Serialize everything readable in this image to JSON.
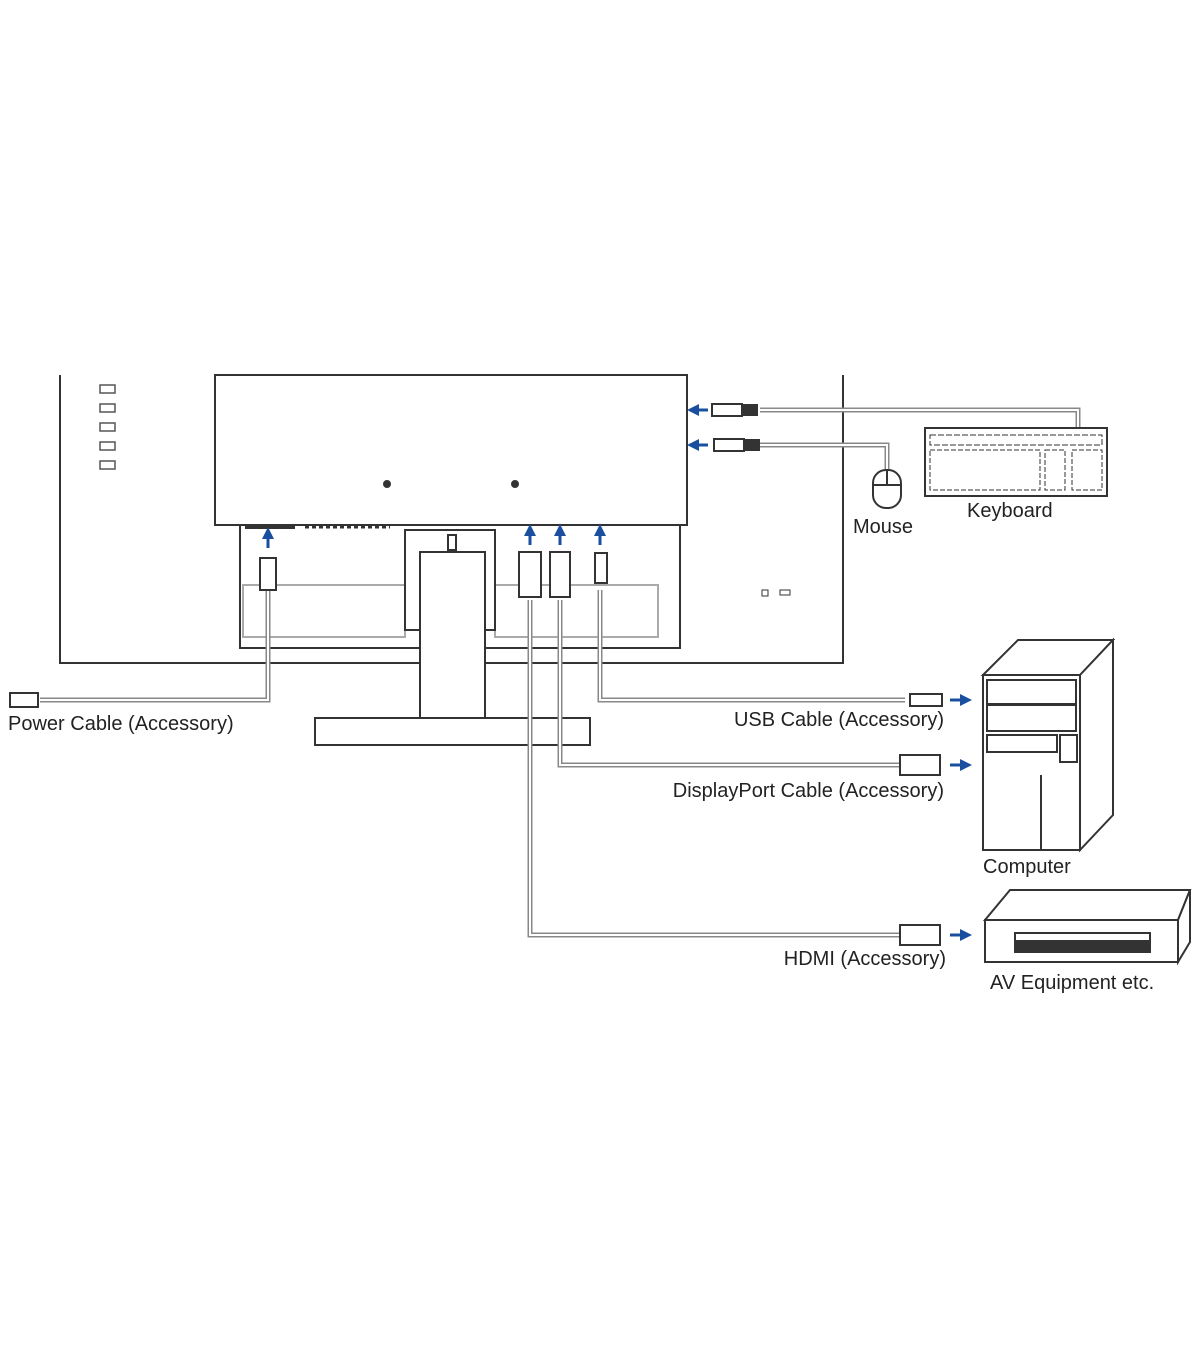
{
  "labels": {
    "power": "Power Cable (Accessory)",
    "usb": "USB Cable (Accessory)",
    "displayport": "DisplayPort Cable (Accessory)",
    "hdmi": "HDMI (Accessory)",
    "mouse": "Mouse",
    "keyboard": "Keyboard",
    "computer": "Computer",
    "av": "AV Equipment etc."
  },
  "colors": {
    "arrow": "#1a4fa0",
    "line": "#333333",
    "cable": "#888888"
  }
}
